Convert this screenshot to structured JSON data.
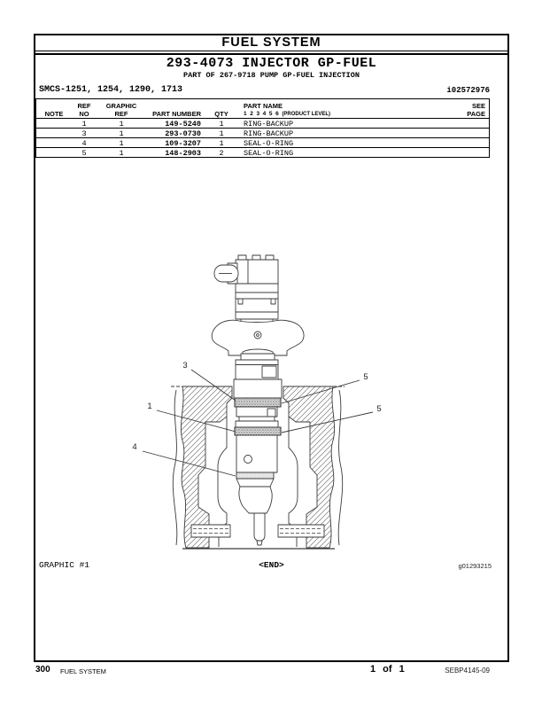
{
  "header": {
    "section_title": "FUEL SYSTEM",
    "doc_title": "293-4073 INJECTOR GP-FUEL",
    "doc_subtitle": "PART OF 267-9718 PUMP GP-FUEL INJECTION",
    "smcs_codes": "SMCS-1251, 1254, 1290, 1713",
    "doc_id": "i02572976"
  },
  "table": {
    "headers": {
      "note": "NOTE",
      "ref_line1": "REF",
      "ref_line2": "NO",
      "graphic_line1": "GRAPHIC",
      "graphic_line2": "REF",
      "part_number": "PART NUMBER",
      "qty": "QTY",
      "part_name": "PART NAME",
      "product_levels": "1  2  3  4  5  6",
      "product_level_label": "(PRODUCT LEVEL)",
      "see_line1": "SEE",
      "see_line2": "PAGE"
    },
    "rows": [
      {
        "note": "",
        "ref_no": "1",
        "graphic_ref": "1",
        "part_number": "149-5240",
        "qty": "1",
        "part_name": "RING-BACKUP",
        "see_page": ""
      },
      {
        "note": "",
        "ref_no": "3",
        "graphic_ref": "1",
        "part_number": "293-0730",
        "qty": "1",
        "part_name": "RING-BACKUP",
        "see_page": ""
      },
      {
        "note": "",
        "ref_no": "4",
        "graphic_ref": "1",
        "part_number": "109-3207",
        "qty": "1",
        "part_name": "SEAL-O-RING",
        "see_page": ""
      },
      {
        "note": "",
        "ref_no": "5",
        "graphic_ref": "1",
        "part_number": "148-2903",
        "qty": "2",
        "part_name": "SEAL-O-RING",
        "see_page": ""
      }
    ]
  },
  "graphic": {
    "label": "GRAPHIC #1",
    "end_marker": "<END>",
    "graphic_id": "g01293215",
    "callouts": [
      {
        "label": "3"
      },
      {
        "label": "5"
      },
      {
        "label": "1"
      },
      {
        "label": "5"
      },
      {
        "label": "4"
      }
    ]
  },
  "footer": {
    "page_number": "300",
    "section": "FUEL SYSTEM",
    "page_count": "1 of 1",
    "media_number": "SEBP4145-09"
  },
  "colors": {
    "ink": "#000000",
    "paper": "#ffffff"
  }
}
